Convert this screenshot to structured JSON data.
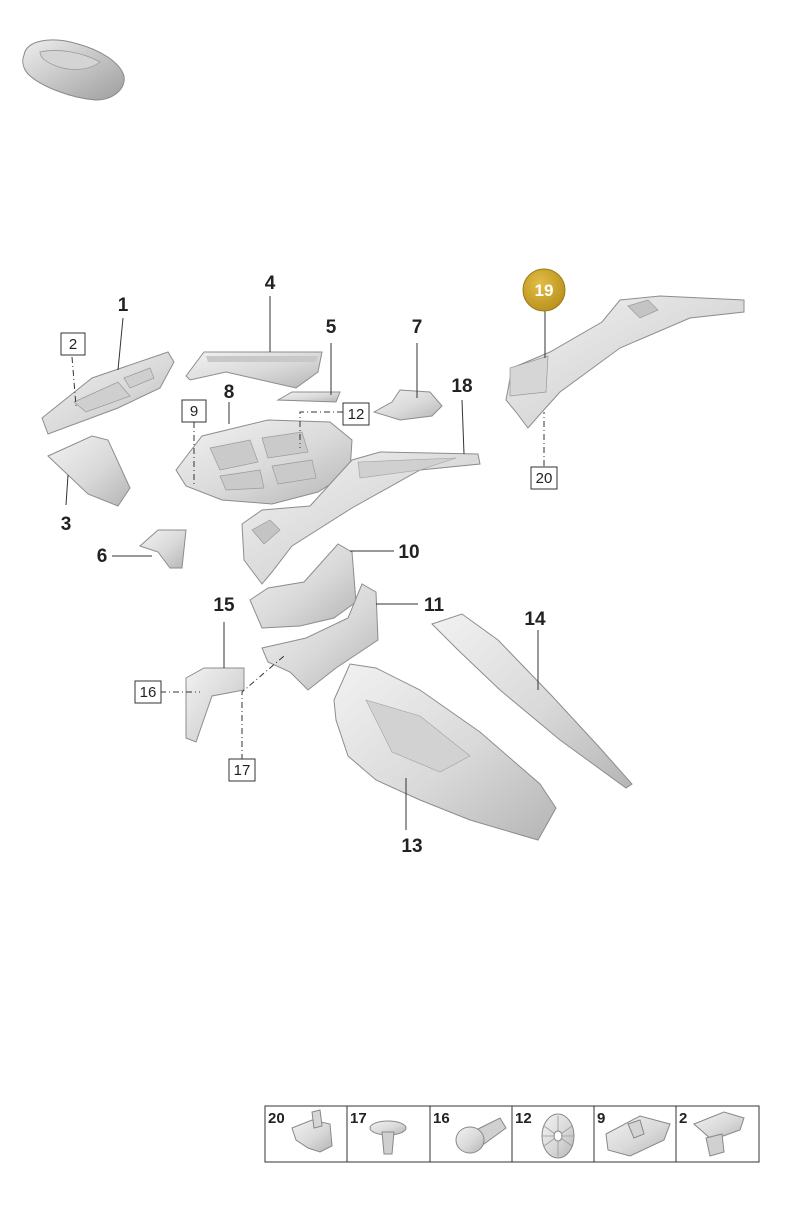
{
  "callouts": {
    "c1": "1",
    "c2": "2",
    "c3": "3",
    "c4": "4",
    "c5": "5",
    "c6": "6",
    "c7": "7",
    "c8": "8",
    "c9": "9",
    "c10": "10",
    "c11": "11",
    "c12": "12",
    "c13": "13",
    "c14": "14",
    "c15": "15",
    "c16": "16",
    "c17": "17",
    "c18": "18",
    "c19": "19",
    "c20": "20"
  },
  "fasteners": [
    "20",
    "17",
    "16",
    "12",
    "9",
    "2"
  ],
  "colors": {
    "highlight": "#c9a227",
    "part_light": "#e6e6e6",
    "part_dark": "#bdbdbd",
    "line": "#333333"
  }
}
